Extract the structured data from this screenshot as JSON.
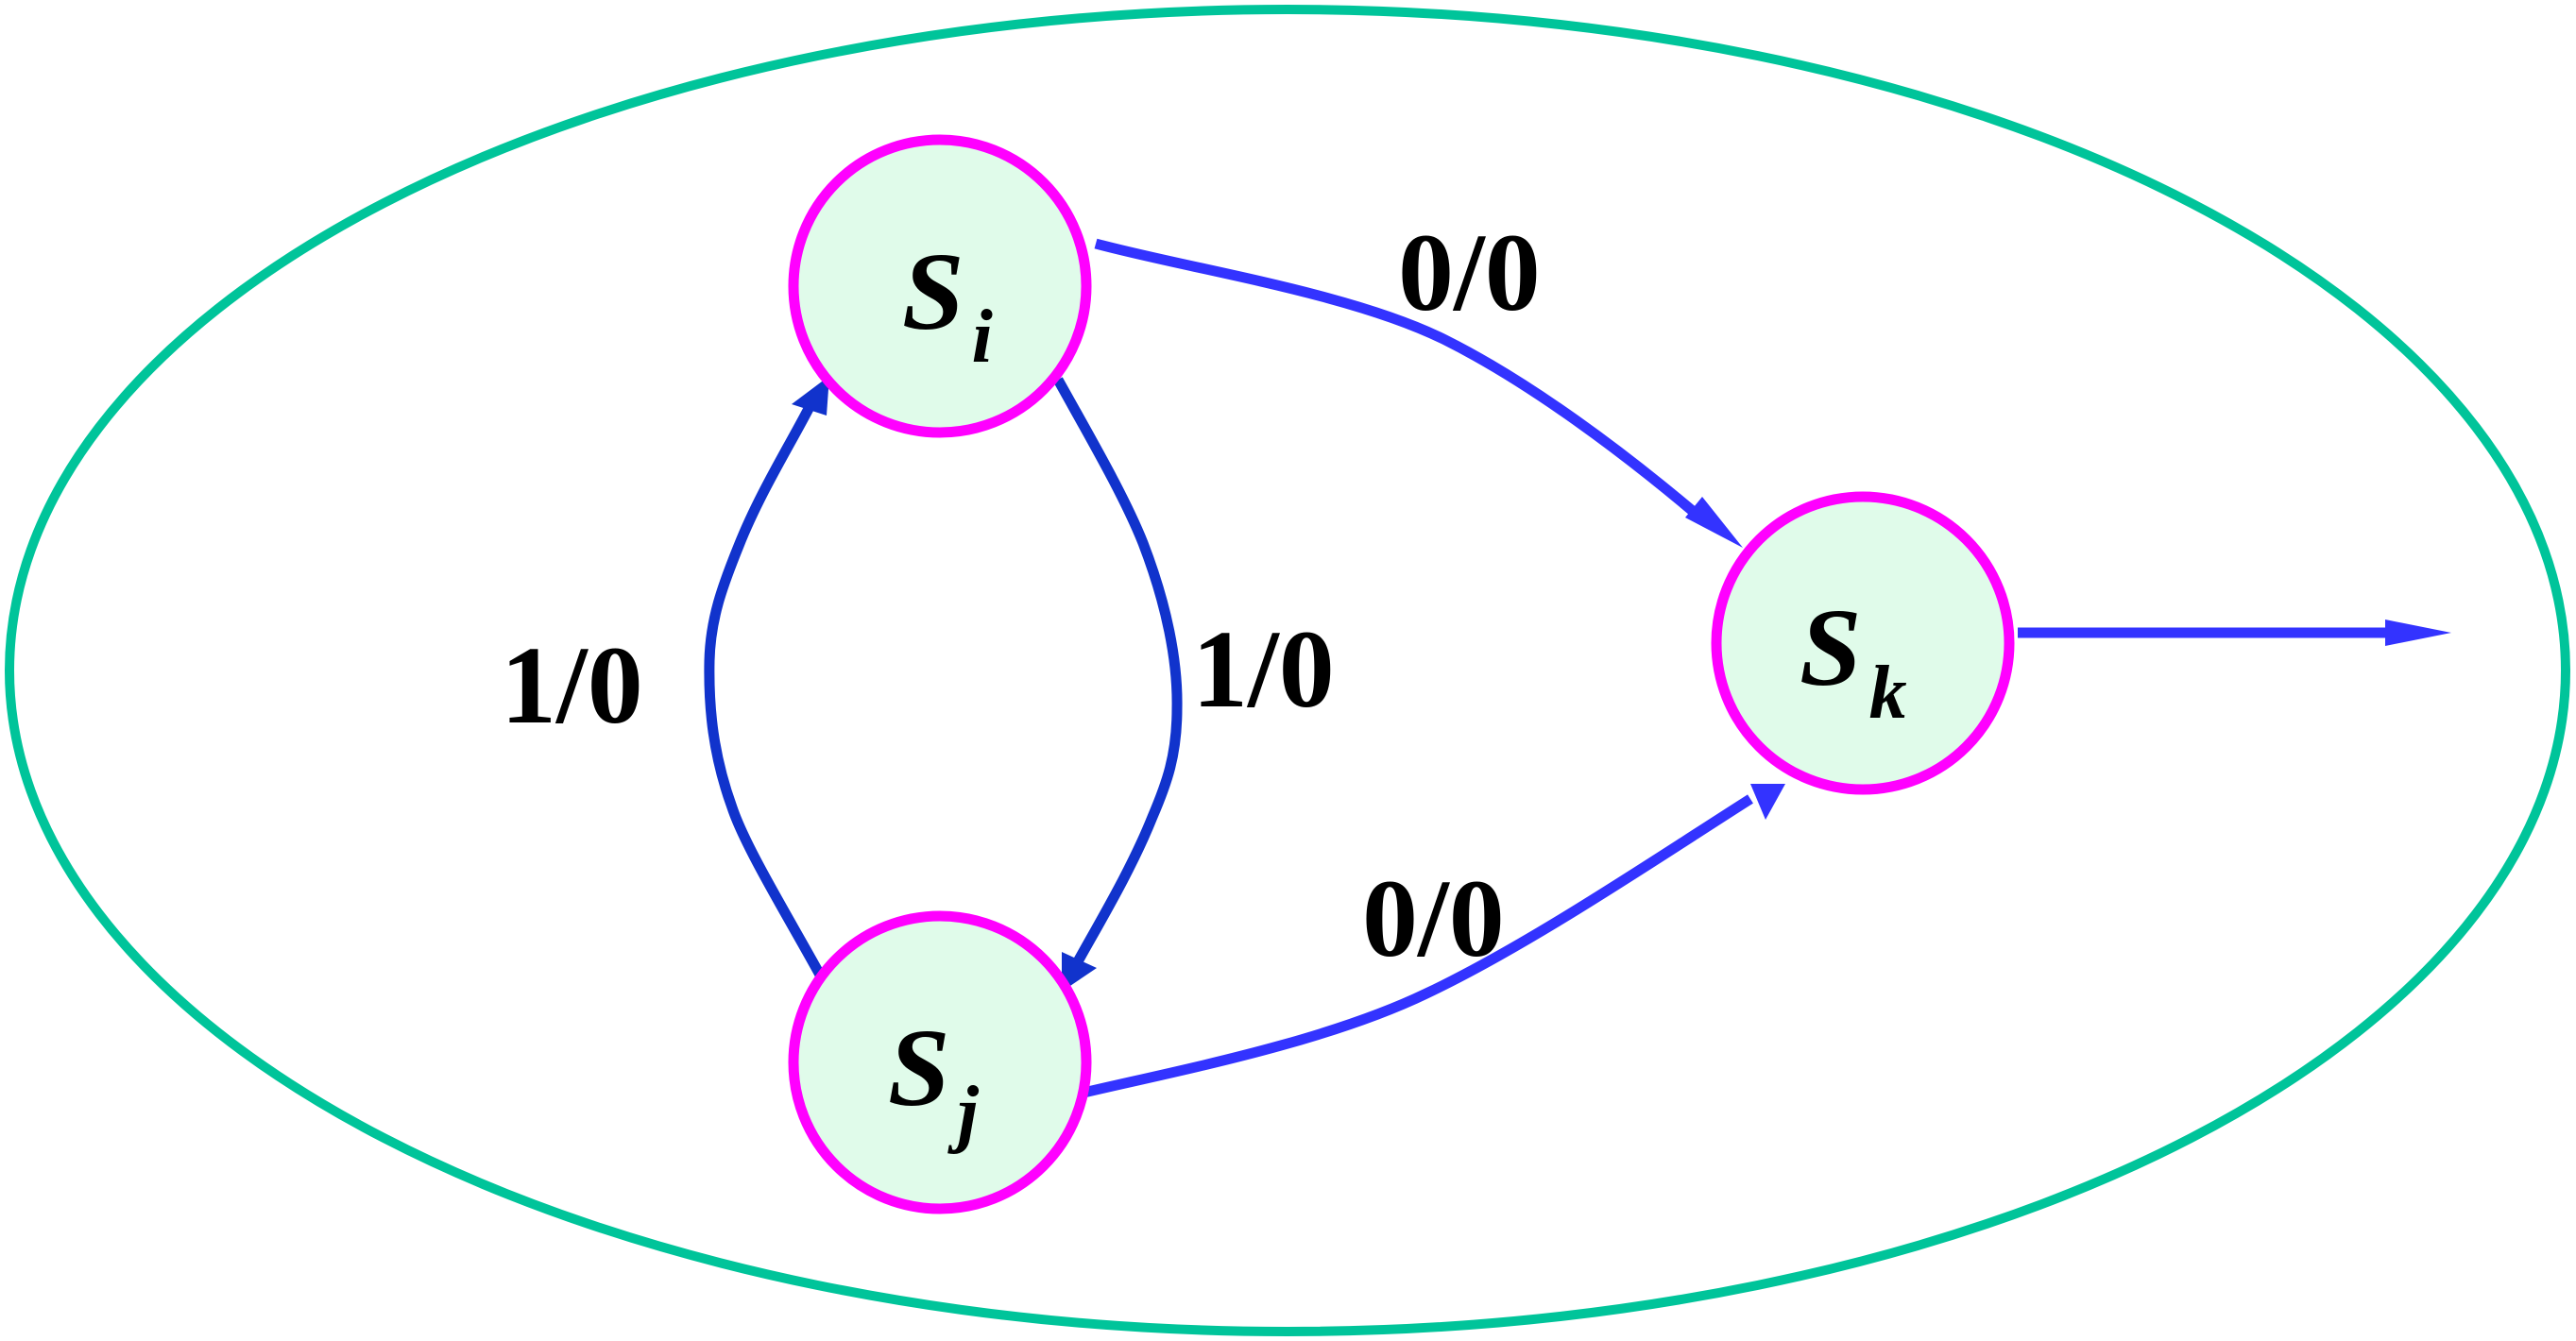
{
  "colors": {
    "boundary": "#00C49A",
    "node_stroke": "#FF00FF",
    "node_fill": "#E0FBEA",
    "edge_primary": "#3333FF",
    "edge_secondary": "#1133CC",
    "text": "#000000"
  },
  "states": {
    "si": {
      "main": "S",
      "sub": "i"
    },
    "sj": {
      "main": "S",
      "sub": "j"
    },
    "sk": {
      "main": "S",
      "sub": "k"
    }
  },
  "edges": {
    "si_to_sk": {
      "label": "0/0"
    },
    "sj_to_sk": {
      "label": "0/0"
    },
    "sj_to_si": {
      "label": "1/0"
    },
    "si_to_sj": {
      "label": "1/0"
    }
  }
}
